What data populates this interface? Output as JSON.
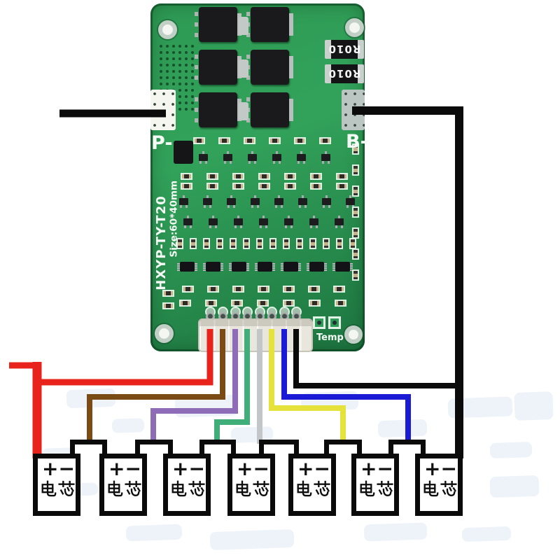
{
  "diagram": {
    "board": {
      "label_p_minus": "P-",
      "label_b_minus": "B-",
      "label_temp": "Temp",
      "model": "HXYP-TY-T20",
      "size": "Size:60*40mm",
      "shunt_label": "R010",
      "shunt_count": 2,
      "mosfet_count": 6,
      "connector_pin_count": 8
    },
    "colors": {
      "pcb": "#2e9a54",
      "pcb_dark": "#1d7540",
      "silkscreen": "#dbf0e3",
      "connector": "#e9e6de",
      "cell_outline": "#0a0a0a"
    },
    "wires": {
      "pack_negative_color": "#0b0b0b",
      "balance": [
        {
          "id": "red",
          "color": "#e8231c",
          "connects_to": "cell-1-positive"
        },
        {
          "id": "brown",
          "color": "#7a4b15",
          "connects_to": "junction-cell1-cell2"
        },
        {
          "id": "purple",
          "color": "#8e6cb8",
          "connects_to": "junction-cell2-cell3"
        },
        {
          "id": "green",
          "color": "#3fae78",
          "connects_to": "junction-cell3-cell4"
        },
        {
          "id": "gray",
          "color": "#c3c6c9",
          "connects_to": "junction-cell4-cell5"
        },
        {
          "id": "yellow",
          "color": "#e6e23c",
          "connects_to": "junction-cell5-cell6"
        },
        {
          "id": "blue",
          "color": "#1b1bd6",
          "connects_to": "junction-cell6-cell7"
        },
        {
          "id": "black",
          "color": "#0b0b0b",
          "connects_to": "cell-7-negative"
        }
      ]
    },
    "cells": [
      {
        "plus": "+",
        "minus": "−",
        "label": "电芯"
      },
      {
        "plus": "+",
        "minus": "−",
        "label": "电芯"
      },
      {
        "plus": "+",
        "minus": "−",
        "label": "电芯"
      },
      {
        "plus": "+",
        "minus": "−",
        "label": "电芯"
      },
      {
        "plus": "+",
        "minus": "−",
        "label": "电芯"
      },
      {
        "plus": "+",
        "minus": "−",
        "label": "电芯"
      },
      {
        "plus": "+",
        "minus": "−",
        "label": "电芯"
      }
    ]
  }
}
